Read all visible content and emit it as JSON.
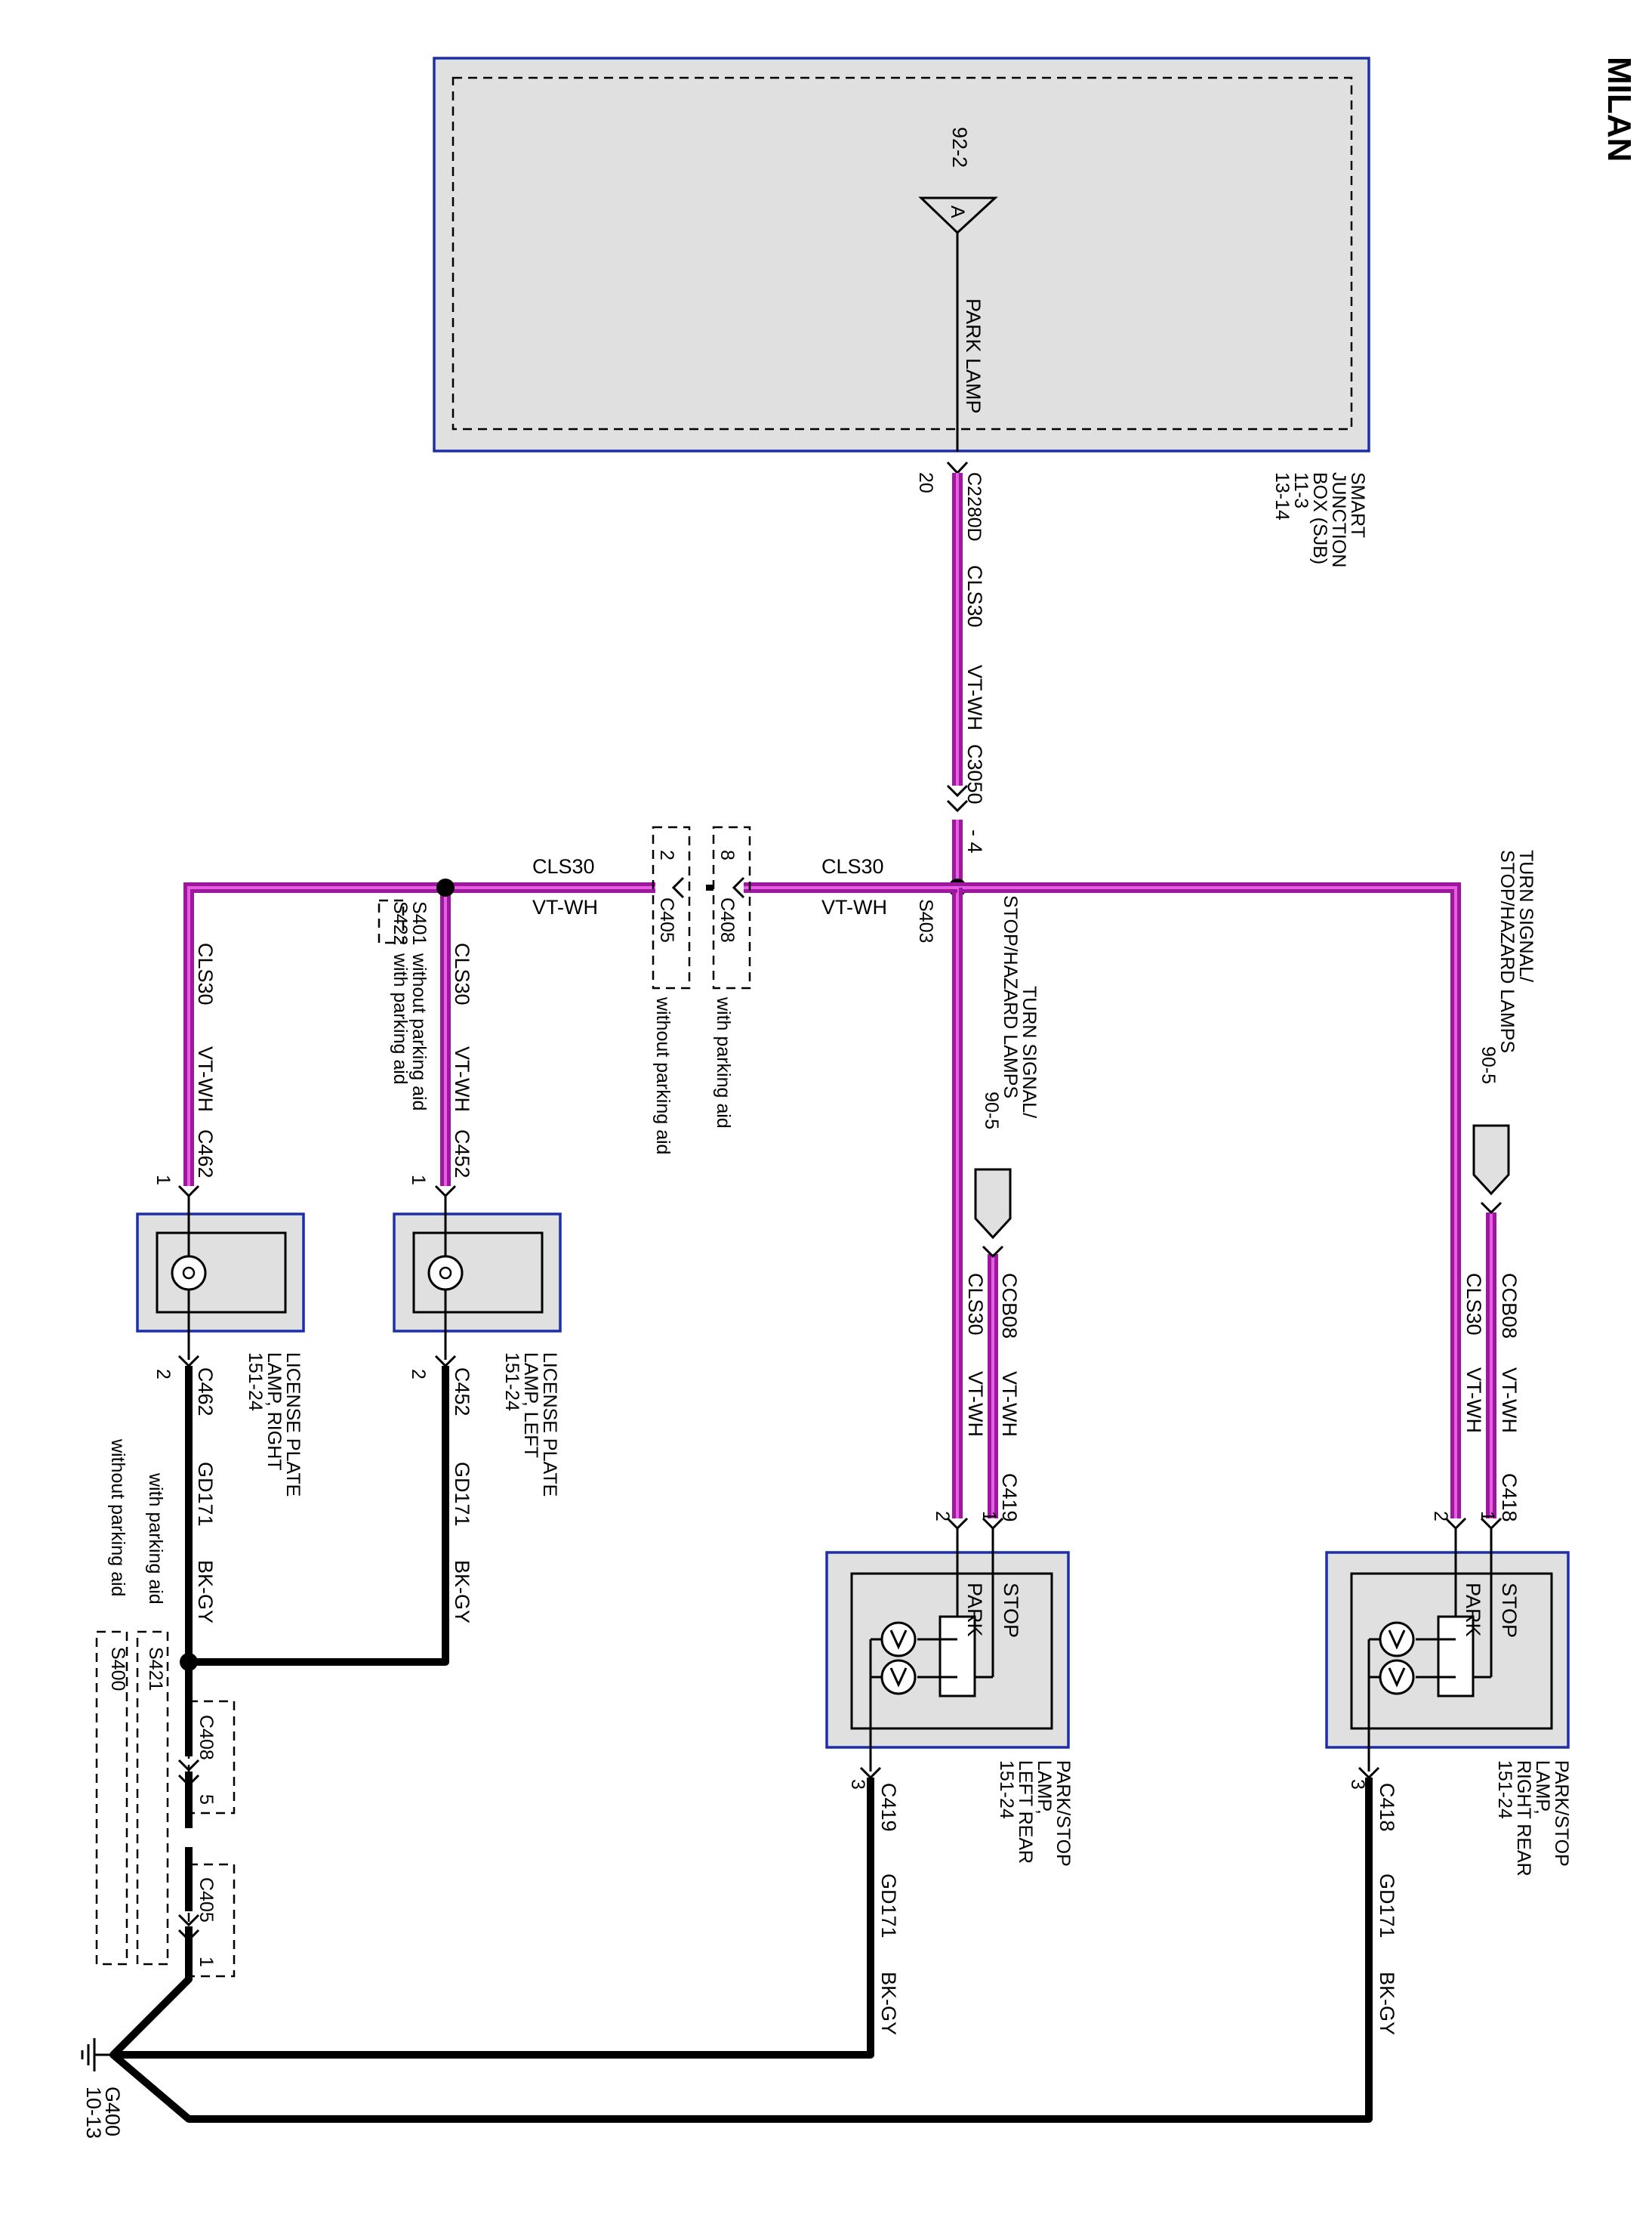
{
  "page": {
    "title": "MILAN"
  },
  "sjb": {
    "name": [
      "SMART",
      "JUNCTION",
      "BOX (SJB)",
      "11-3",
      "13-14"
    ],
    "ref": "92-2",
    "input": "A",
    "circuit": "PARK LAMP",
    "connector": "C2280D",
    "pin": "20"
  },
  "main_wire": {
    "circuit": "CLS30",
    "color": "VT-WH",
    "connector": "C3050",
    "pin": "- 4"
  },
  "splice_s403": {
    "name": "S403"
  },
  "turn_signal_right": {
    "lines": [
      "TURN SIGNAL/",
      "STOP/HAZARD LAMPS",
      "90-5"
    ]
  },
  "turn_signal_left": {
    "lines": [
      "TURN SIGNAL/",
      "STOP/HAZARD LAMPS",
      "90-5"
    ]
  },
  "right_rear": {
    "name": [
      "PARK/STOP",
      "LAMP,",
      "RIGHT REAR",
      "151-24"
    ],
    "connector": "C418",
    "pin1": "1",
    "pin2": "2",
    "pin3": "3",
    "stop_circuit": "CCB08",
    "stop_color": "VT-WH",
    "park_circuit": "CLS30",
    "park_color": "VT-WH",
    "ground_circuit": "GD171",
    "ground_color": "BK-GY",
    "stop_label": "STOP",
    "park_label": "PARK"
  },
  "left_rear": {
    "name": [
      "PARK/STOP",
      "LAMP,",
      "LEFT REAR",
      "151-24"
    ],
    "connector": "C419",
    "pin1": "1",
    "pin2": "2",
    "pin3": "3",
    "stop_circuit": "CCB08",
    "stop_color": "VT-WH",
    "park_circuit": "CLS30",
    "park_color": "VT-WH",
    "ground_circuit": "GD171",
    "ground_color": "BK-GY",
    "stop_label": "STOP",
    "park_label": "PARK"
  },
  "branch": {
    "circuit_a": "CLS30",
    "color_a": "VT-WH",
    "circuit_b": "CLS30",
    "color_b": "VT-WH",
    "c408": "C408",
    "c408_pin": "8",
    "c408_note": "with parking aid",
    "c405": "C405",
    "c405_pin": "2",
    "c405_note": "without parking aid"
  },
  "splice_s401": {
    "s401": "S401",
    "s401_note": "without parking aid",
    "s422": "S422",
    "s422_note": "with parking aid"
  },
  "license_left": {
    "name": [
      "LICENSE PLATE",
      "LAMP, LEFT",
      "151-24"
    ],
    "connector": "C452",
    "pin1": "1",
    "pin2": "2",
    "feed_circuit": "CLS30",
    "feed_color": "VT-WH",
    "ground_circuit": "GD171",
    "ground_color": "BK-GY"
  },
  "license_right": {
    "name": [
      "LICENSE PLATE",
      "LAMP, RIGHT",
      "151-24"
    ],
    "connector": "C462",
    "pin1": "1",
    "pin2": "2",
    "feed_circuit": "CLS30",
    "feed_color": "VT-WH",
    "ground_circuit": "GD171",
    "ground_color": "BK-GY"
  },
  "ground_path": {
    "s421": "S421",
    "s421_note": "with parking aid",
    "s400": "S400",
    "s400_note": "without parking aid",
    "c408": "C408",
    "c408_pin": "5",
    "c405": "C405",
    "c405_pin": "1"
  },
  "ground": {
    "name": "G400",
    "ref": "10-13"
  },
  "colors": {
    "vt_wh": "#a0179f",
    "component_fill": "#e0e0e0",
    "component_border": "#1d2fa8"
  }
}
